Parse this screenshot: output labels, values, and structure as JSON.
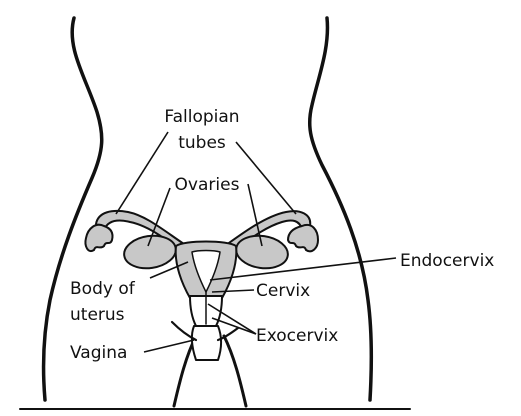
{
  "labels": {
    "fallopian_tubes_line1": "Fallopian",
    "fallopian_tubes_line2": "tubes",
    "ovaries": "Ovaries",
    "endocervix": "Endocervix",
    "cervix": "Cervix",
    "body_of_uterus_line1": "Body of",
    "body_of_uterus_line2": "uterus",
    "exocervix": "Exocervix",
    "vagina": "Vagina"
  },
  "colors": {
    "organ_fill": "#c8c8c8",
    "outline": "#111111",
    "background": "#ffffff"
  }
}
